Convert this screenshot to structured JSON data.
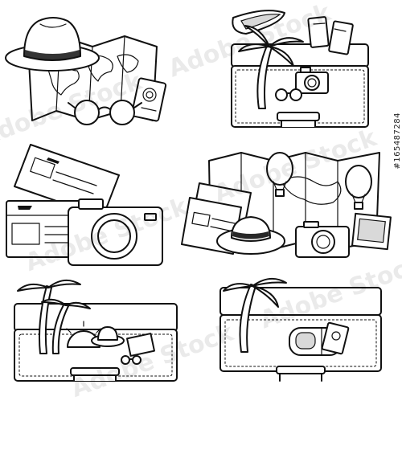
{
  "image": {
    "watermark_text": "Adobe Stock",
    "stock_id": "#165487284"
  },
  "scenes": [
    {
      "name": "hat-map-sunglasses-passport"
    },
    {
      "name": "suitcase-beach-camera"
    },
    {
      "name": "tickets-camera"
    },
    {
      "name": "map-balloons-tickets-camera-hat"
    },
    {
      "name": "suitcase-palms-beach"
    },
    {
      "name": "suitcase-palm-bag"
    }
  ],
  "colors": {
    "ink": "#111111",
    "paper": "#ffffff",
    "shade": "#d9d9d9"
  }
}
